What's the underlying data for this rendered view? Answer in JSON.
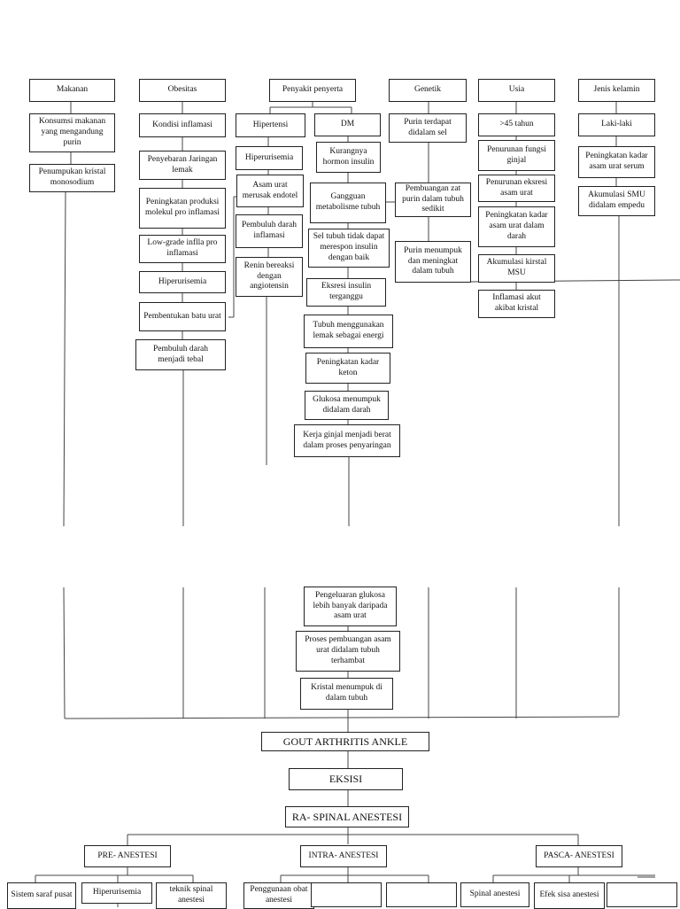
{
  "diagram": {
    "makanan": {
      "title": "Makanan",
      "items": [
        "Konsumsi makanan yang mengandung purin",
        "Penumpukan kristal monosodium"
      ]
    },
    "obesitas": {
      "title": "Obesitas",
      "items": [
        "Kondisi inflamasi",
        "Penyebaran Jaringan lemak",
        "Peningkatan produksi molekul pro inflamasi",
        "Low-grade inflla pro inflamasi",
        "Hiperurisemia",
        "Pembentukan batu urat",
        "Pembuluh darah menjadi tebal"
      ]
    },
    "penyakit": {
      "title": "Penyakit penyerta",
      "hipertensi": {
        "title": "Hipertensi",
        "items": [
          "Hiperurisemia",
          "Asam urat merusak endotel",
          "Pembuluh darah inflamasi",
          "Renin bereaksi dengan angiotensin"
        ]
      },
      "dm": {
        "title": "DM",
        "items": [
          "Kurangnya hormon insulin",
          "Gangguan metabolisme tubuh",
          "Sel tubuh tidak dapat merespon insulin dengan baik",
          "Eksresi insulin terganggu",
          "Tubuh menggunakan lemak sebagai energi",
          "Peningkatan kadar keton",
          "Glukosa menumpuk didalam darah",
          "Kerja ginjal menjadi berat dalam proses penyaringan"
        ]
      }
    },
    "genetik": {
      "title": "Genetik",
      "items": [
        "Purin terdapat didalam sel",
        "Pembuangan zat purin dalam tubuh sedikit",
        "Purin menumpuk dan meningkat dalam tubuh"
      ]
    },
    "usia": {
      "title": "Usia",
      "items": [
        ">45 tahun",
        "Penurunan fungsi ginjal",
        "Penurunan eksresi asam urat",
        "Peningkatan kadar asam urat dalam darah",
        "Akumulasi kirstal MSU",
        "Inflamasi akut akibat kristal"
      ]
    },
    "jenis": {
      "title": "Jenis kelamin",
      "items": [
        "Laki-laki",
        "Peningkatan kadar asam urat serum",
        "Akumulasi SMU didalam empedu"
      ]
    },
    "lower": {
      "items": [
        "Pengeluaran glukosa lebih banyak daripada asam urat",
        "Proses pembuangan asam urat didalam tubuh terhambat",
        "Kristal menumpuk di dalam tubuh"
      ]
    },
    "center": {
      "gout": "GOUT ARTHRITIS ANKLE",
      "eksisi": "EKSISI",
      "ra": "RA- SPINAL ANESTESI"
    },
    "phases": {
      "pre": {
        "title": "PRE- ANESTESI",
        "items": [
          "Sistem saraf pusat",
          "Hiperurisemia",
          "teknik spinal anestesi"
        ]
      },
      "intra": {
        "title": "INTRA- ANESTESI",
        "items": [
          "Penggunaan obat anestesi",
          "",
          ""
        ]
      },
      "pasca": {
        "title": "PASCA- ANESTESI",
        "items": [
          "Spinal anestesi",
          "Efek sisa anestesi",
          ""
        ]
      }
    }
  }
}
